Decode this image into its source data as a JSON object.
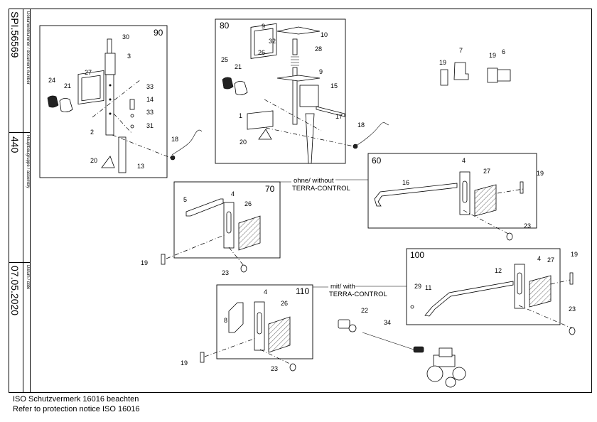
{
  "title_block": {
    "doc_number_label": "Dokumentnummer / document number",
    "doc_number": "SPI.56569",
    "assembly_label": "Hauptbaugruppe / assembly",
    "assembly": "440",
    "date_label": "Datum / date",
    "date": "07.05.2020"
  },
  "footer": {
    "line1": "ISO Schutzvermerk 16016 beachten",
    "line2": "Refer to protection notice ISO 16016"
  },
  "groups": {
    "g90": "90",
    "g80": "80",
    "g60": "60",
    "g70": "70",
    "g100": "100",
    "g110": "110"
  },
  "notes": {
    "without_line1": "ohne/ without",
    "without_line2": "TERRA-CONTROL",
    "with_line1": "mit/ with",
    "with_line2": "TERRA-CONTROL"
  },
  "parts": {
    "p1": "1",
    "p2": "2",
    "p3": "3",
    "p4": "4",
    "p5": "5",
    "p6": "6",
    "p7": "7",
    "p8": "8",
    "p9": "9",
    "p10": "10",
    "p11": "11",
    "p12": "12",
    "p13": "13",
    "p14": "14",
    "p15": "15",
    "p16": "16",
    "p17": "17",
    "p18": "18",
    "p19": "19",
    "p20": "20",
    "p21": "21",
    "p22": "22",
    "p23": "23",
    "p24": "24",
    "p25": "25",
    "p26": "26",
    "p27": "27",
    "p28": "28",
    "p29": "29",
    "p30": "30",
    "p31": "31",
    "p32": "32",
    "p33": "33",
    "p34": "34"
  }
}
